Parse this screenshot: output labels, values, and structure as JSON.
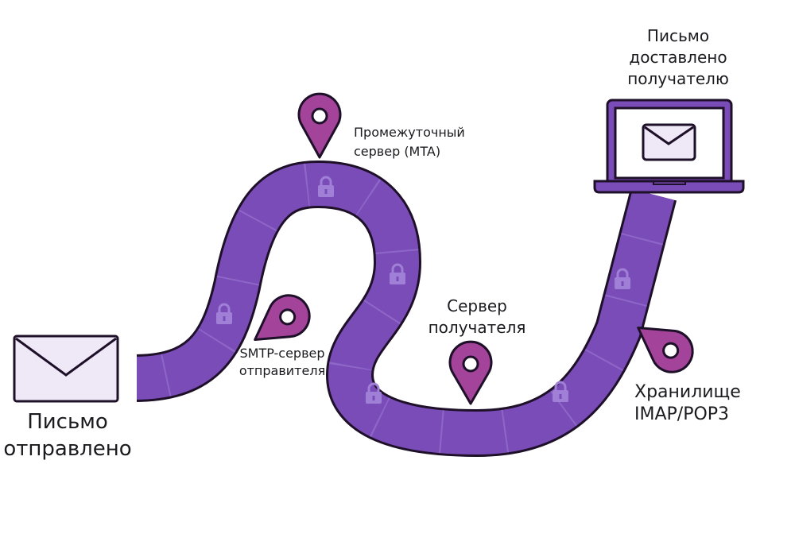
{
  "labels": {
    "sent": [
      "Письмо",
      "отправлено"
    ],
    "smtp": [
      "SMTP-сервер",
      "отправителя"
    ],
    "mta": [
      "Промежуточный",
      "сервер (MTA)"
    ],
    "receiver": [
      "Сервер",
      "получателя"
    ],
    "storage": [
      "Хранилище",
      "IMAP/POP3"
    ],
    "delivered": [
      "Письмо",
      "доставлено",
      "получателю"
    ]
  },
  "colors": {
    "road": "#7a4cb8",
    "road_outline": "#1e1028",
    "pin": "#a3449a",
    "envelope_fill": "#eee8f7",
    "lock": "#a07fd6"
  }
}
